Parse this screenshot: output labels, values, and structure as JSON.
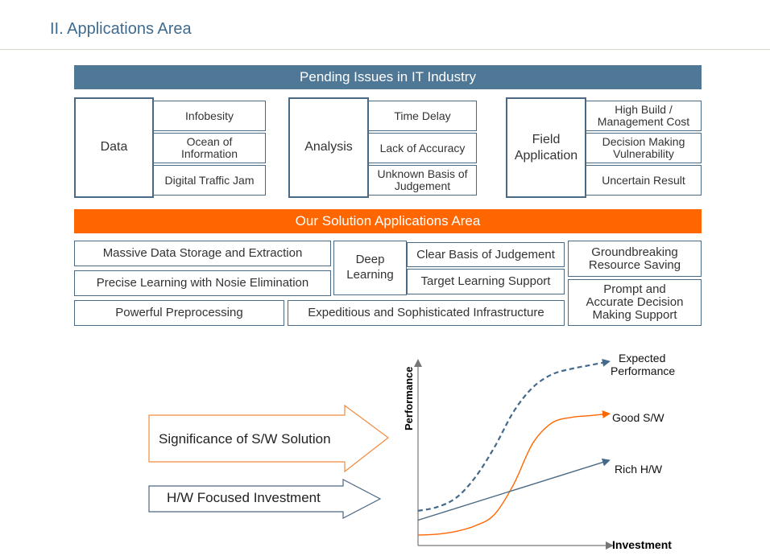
{
  "page": {
    "title": "II. Applications  Area"
  },
  "pending": {
    "title": "Pending Issues in IT Industry",
    "groups": [
      {
        "label": "Data",
        "items": [
          "Infobesity",
          "Ocean of\nInformation",
          "Digital Traffic Jam"
        ]
      },
      {
        "label": "Analysis",
        "items": [
          "Time Delay",
          "Lack of Accuracy",
          "Unknown Basis of\nJudgement"
        ]
      },
      {
        "label": "Field\nApplication",
        "items": [
          "High Build /\nManagement Cost",
          "Decision Making\nVulnerability",
          "Uncertain Result"
        ]
      }
    ]
  },
  "solution": {
    "title": "Our Solution Applications Area",
    "massive": "Massive Data Storage and Extraction",
    "precise": "Precise Learning with Nosie Elimination",
    "powerful": "Powerful Preprocessing",
    "deep": "Deep\nLearning",
    "clear": "Clear Basis of Judgement",
    "target": "Target Learning Support",
    "expeditious": "Expeditious and Sophisticated Infrastructure",
    "groundbreaking": "Groundbreaking\nResource Saving",
    "prompt": "Prompt and\nAccurate Decision\nMaking Support"
  },
  "arrows": {
    "significance": "Significance of S/W Solution",
    "hw": "H/W Focused Investment"
  },
  "colors": {
    "blue": "#4f7796",
    "orange": "#ff6600",
    "border": "#4a6984",
    "dashed": "#44698a"
  },
  "chart_data": {
    "type": "line",
    "xlabel": "Investment",
    "ylabel": "Performance",
    "series": [
      {
        "name": "Expected\nPerformance",
        "style": "dashed",
        "x": [
          0,
          1,
          2,
          3,
          4,
          5,
          6,
          7,
          8,
          9,
          10
        ],
        "values": [
          1.6,
          1.8,
          2.3,
          3.4,
          5.0,
          6.9,
          8.2,
          8.9,
          9.2,
          9.4,
          9.6
        ]
      },
      {
        "name": "Good S/W",
        "style": "solid",
        "x": [
          0,
          1,
          2,
          3,
          4,
          5,
          6,
          7,
          8,
          9,
          10
        ],
        "values": [
          0.3,
          0.35,
          0.5,
          0.8,
          1.4,
          3.0,
          5.2,
          6.3,
          6.6,
          6.7,
          6.8
        ]
      },
      {
        "name": "Rich H/W",
        "style": "solid",
        "x": [
          0,
          10
        ],
        "values": [
          1.1,
          4.3
        ]
      }
    ]
  }
}
